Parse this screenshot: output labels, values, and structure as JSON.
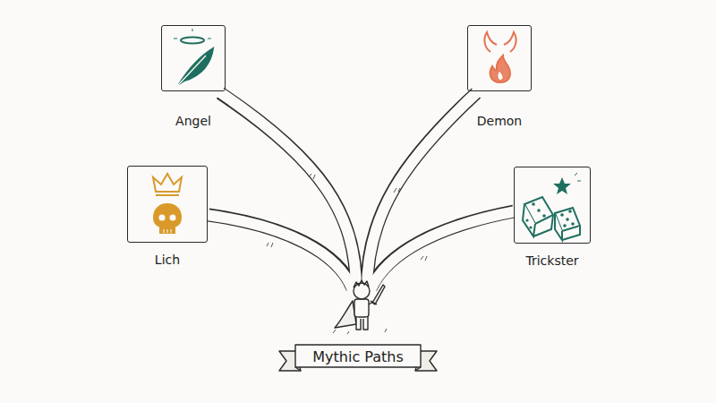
{
  "diagram": {
    "title": "Mythic Paths",
    "nodes": [
      {
        "text": [
          "Angel"
        ]
      },
      {
        "text": [
          "Demon"
        ]
      },
      {
        "text": [
          "Lich"
        ]
      },
      {
        "text": [
          "Trickster"
        ]
      }
    ]
  }
}
